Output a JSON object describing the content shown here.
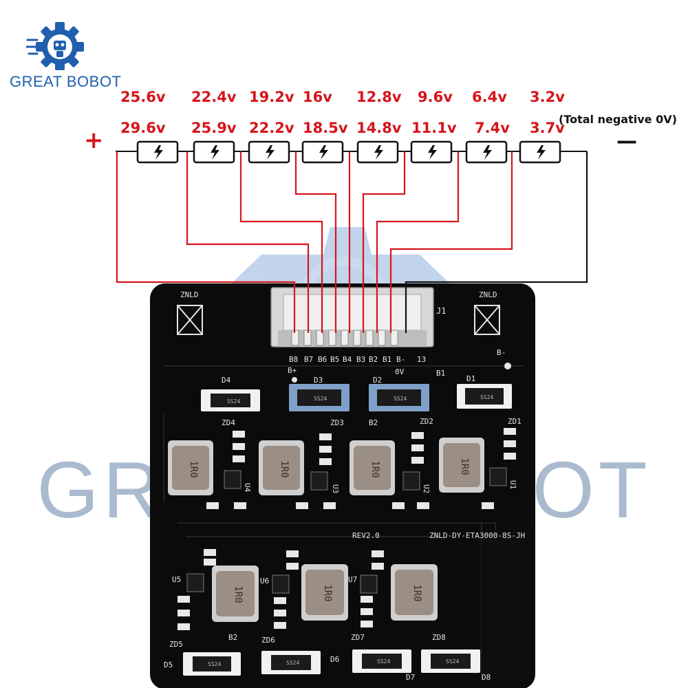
{
  "brand": {
    "name": "GREAT BOBOT",
    "logo_icon": "gear-robot-icon",
    "accent": "#1f5fae"
  },
  "watermark": {
    "text": "GREAT BOBOT"
  },
  "voltages": {
    "row_top": [
      "25.6v",
      "22.4v",
      "19.2v",
      "16v",
      "12.8v",
      "9.6v",
      "6.4v",
      "3.2v"
    ],
    "row_bottom": [
      "29.6v",
      "25.9v",
      "22.2v",
      "18.5v",
      "14.8v",
      "11.1v",
      "7.4v",
      "3.7v"
    ],
    "label_color": "#d4151b"
  },
  "terminals": {
    "positive": "+",
    "negative": "—",
    "negative_note": "(Total negative 0V)"
  },
  "cells": {
    "icon": "battery-cell-icon",
    "count": 8
  },
  "board": {
    "connector": "J1",
    "pin_labels": [
      "B8",
      "B7",
      "B6",
      "B5",
      "B4",
      "B3",
      "B2",
      "B1",
      "B-"
    ],
    "pin_count_label": "13",
    "zero_v_label": "0V",
    "b_minus_label": "B-",
    "b_plus_label": "B+",
    "b1_label": "B1",
    "b2_label": "B2",
    "mark_left": "ZNLD",
    "mark_right": "ZNLD",
    "part_number": "ZNLD-DY-ETA3000-8S-JH",
    "revision": "REV2.0",
    "inductor_text": "1R0",
    "diode_text": "SS24",
    "diodes_top": [
      "D4",
      "D3",
      "D2",
      "D1"
    ],
    "zeners_top": [
      "ZD4",
      "ZD3",
      "ZD2",
      "ZD1"
    ],
    "ics_top": [
      "U4",
      "U3",
      "U2",
      "U1"
    ],
    "ics_bottom": [
      "U5",
      "U6",
      "U7"
    ],
    "zeners_bottom": [
      "ZD5",
      "ZD6",
      "ZD7",
      "ZD8"
    ],
    "diodes_bottom": [
      "D5",
      "D6",
      "D7",
      "D8"
    ],
    "colors": {
      "pcb": "#0b0b0b",
      "wire_red": "#d4151b",
      "wire_black": "#111111"
    }
  }
}
